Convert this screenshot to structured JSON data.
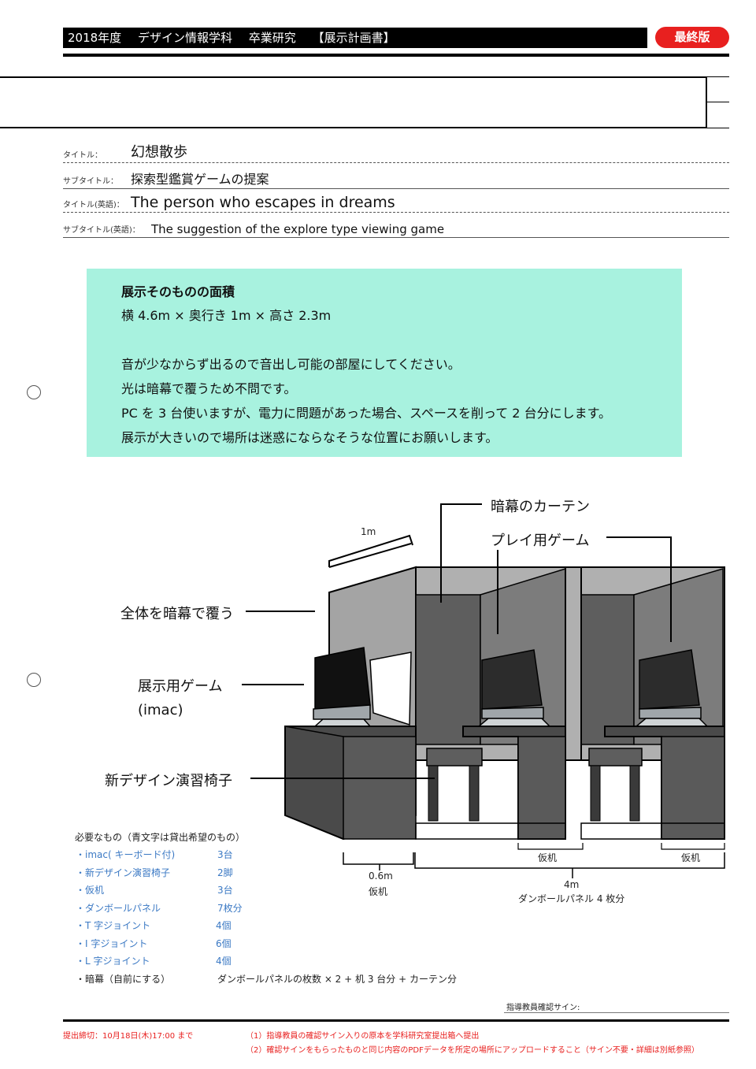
{
  "header": {
    "year": "2018年度",
    "department": "デザイン情報学科",
    "course": "卒業研究",
    "doc_type": "【展示計画書】",
    "badge": "最終版"
  },
  "titles": {
    "title_label": "タイトル：",
    "title_value": "幻想散歩",
    "subtitle_label": "サブタイトル：",
    "subtitle_value": "探索型鑑賞ゲームの提案",
    "title_en_label": "タイトル(英語)：",
    "title_en_value": "The person who escapes in dreams",
    "subtitle_en_label": "サブタイトル(英語)：",
    "subtitle_en_value": "The suggestion of the explore type viewing game"
  },
  "info": {
    "heading": "展示そのものの面積",
    "size": "横 4.6m × 奥行き 1m × 高さ 2.3m",
    "note1": "音が少なからず出るので音出し可能の部屋にしてください。",
    "note2": "光は暗幕で覆うため不問です。",
    "note3": "PC を 3 台使いますが、電力に問題があった場合、スペースを削って 2 台分にします。",
    "note4": "展示が大きいので場所は迷惑にならなそうな位置にお願いします。"
  },
  "diagram": {
    "curtain": "暗幕のカーテン",
    "play_game": "プレイ用ゲーム",
    "cover_all": "全体を暗幕で覆う",
    "exhibit_game": "展示用ゲーム",
    "imac": "(imac)",
    "chair": "新デザイン演習椅子",
    "dim_1m": "1m",
    "dim_06m": "0.6m",
    "temp_desk": "仮机",
    "temp_desk_2": "仮机",
    "temp_desk_3": "仮机",
    "dim_4m": "4m",
    "cardboard_panels": "ダンボールパネル 4 枚分"
  },
  "needs": {
    "title": "必要なもの（青文字は貸出希望のもの）",
    "items": [
      {
        "name": "・imac( キーボード付)",
        "qty": "3台"
      },
      {
        "name": "・新デザイン演習椅子",
        "qty": "2脚"
      },
      {
        "name": "・仮机",
        "qty": "3台"
      },
      {
        "name": "・ダンボールパネル",
        "qty": "7枚分"
      },
      {
        "name": "・T 字ジョイント",
        "qty": "4個"
      },
      {
        "name": "・I 字ジョイント",
        "qty": "6個"
      },
      {
        "name": "・L 字ジョイント",
        "qty": "4個"
      },
      {
        "name": "・暗幕（自前にする）",
        "qty": "ダンボールパネルの枚数 × 2 + 机 3 台分 + カーテン分"
      }
    ],
    "colors": {
      "blue": "#3b79c4",
      "dark": "#222222"
    }
  },
  "footer": {
    "sign_label": "指導教員確認サイン:",
    "deadline": "提出締切：10月18日(木)17:00 まで",
    "rule1": "（1）指導教員の確認サイン入りの原本を学科研究室提出箱へ提出",
    "rule2": "（2）確認サインをもらったものと同じ内容のPDFデータを所定の場所にアップロードすること（サイン不要・詳細は別紙参照）"
  },
  "colors": {
    "accent": "#e8201f",
    "info_bg": "#a8f2df"
  }
}
